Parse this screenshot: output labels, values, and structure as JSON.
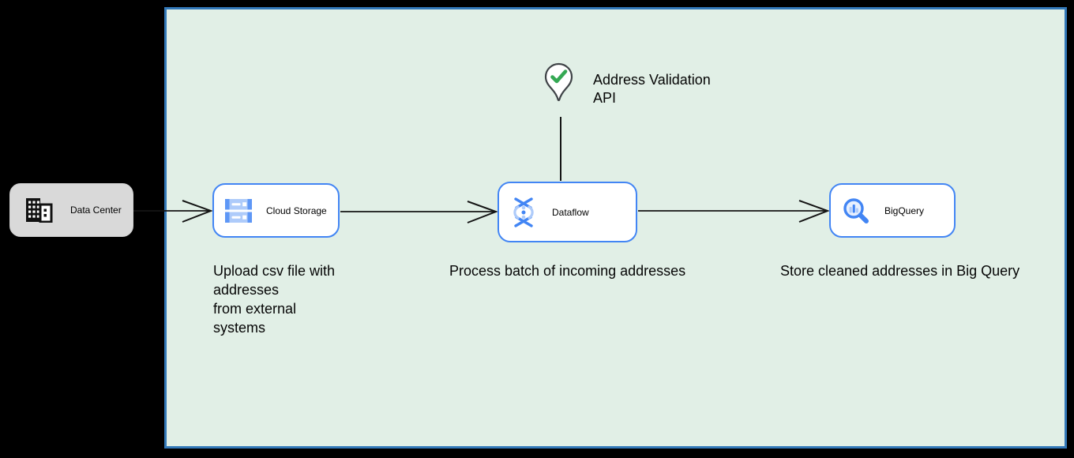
{
  "canvas": {
    "background": "#000000"
  },
  "cloud_area": {
    "fill": "#e1efe6",
    "border_color": "#3278b8"
  },
  "colors": {
    "gcp_blue": "#4285f4",
    "gcp_blue_light": "#aecbfa",
    "gcp_blue_medium": "#5e97f6",
    "check_green": "#34a853",
    "datacenter_fill": "#d9d9d9",
    "connector": "#141414",
    "pin_outline": "#3f4347"
  },
  "nodes": {
    "data_center": {
      "label": "Data Center",
      "icon": "building-icon"
    },
    "cloud_storage": {
      "label": "Cloud Storage",
      "icon": "cloud-storage-icon"
    },
    "dataflow": {
      "label": "Dataflow",
      "icon": "dataflow-icon"
    },
    "bigquery": {
      "label": "BigQuery",
      "icon": "bigquery-icon"
    },
    "address_validation_api": {
      "label_line1": "Address Validation",
      "label_line2": "API",
      "icon": "map-pin-check-icon"
    }
  },
  "annotations": {
    "upload_note": {
      "line1": "Upload csv file with",
      "line2": "addresses",
      "line3": "from external",
      "line4": "systems"
    },
    "process_note": "Process batch of incoming addresses",
    "store_note": "Store cleaned addresses in Big Query"
  }
}
